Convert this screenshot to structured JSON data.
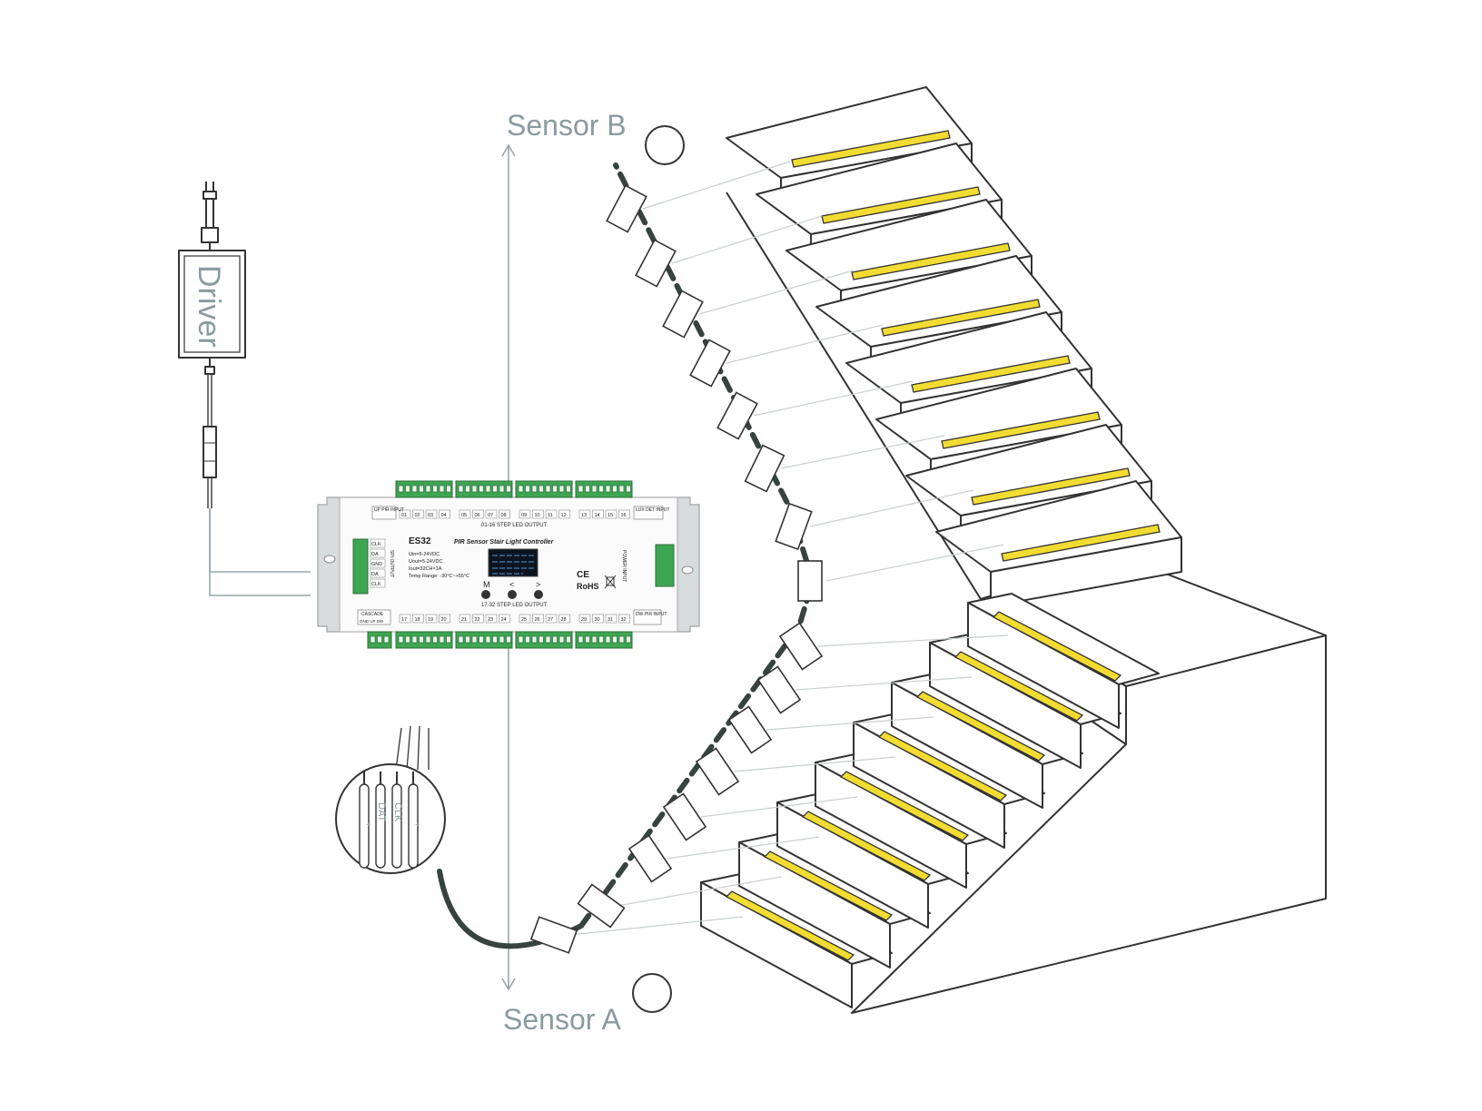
{
  "labels": {
    "sensor_b": "Sensor B",
    "sensor_a": "Sensor A",
    "driver": "Driver"
  },
  "controller": {
    "model": "ES32",
    "name": "PIR Sensor Stair Light Controller",
    "specs": [
      "Uin=5-24VDC",
      "Uout=5-24VDC",
      "Iout=32CH×1A",
      "Temp Range: -30°C~+55°C"
    ],
    "top_output_label": "01-16 STEP LED OUTPUT",
    "bottom_output_label": "17-32 STEP LED OUTPUT",
    "up_pir": "UP PIR INPUT",
    "lux_det": "LUX DET INPUT",
    "cascade": "CASCADE",
    "cascade_pins": "GND UP DW",
    "dw_pir": "DW PIR INPUT",
    "spi_output": "SPI OUTPUT",
    "power_input": "POWER INPUT",
    "spi_pins": [
      "CLK",
      "DA",
      "GND",
      "DA",
      "CLK"
    ],
    "buttons": [
      "M",
      "<",
      ">"
    ],
    "marks": [
      "CE",
      "RoHS"
    ],
    "top_channels": [
      "01",
      "02",
      "03",
      "04",
      "05",
      "06",
      "07",
      "08",
      "09",
      "10",
      "11",
      "12",
      "13",
      "14",
      "15",
      "16"
    ],
    "bottom_channels": [
      "17",
      "18",
      "19",
      "20",
      "21",
      "22",
      "23",
      "24",
      "25",
      "26",
      "27",
      "28",
      "29",
      "30",
      "31",
      "32"
    ]
  },
  "cable_zoom": {
    "wires": [
      "+",
      "DAT",
      "CLK",
      "+"
    ]
  },
  "colors": {
    "led_strip": "#f3dc32",
    "terminal_green": "#3ea553",
    "label_gray": "#8a9ba0",
    "cable": "#37433f"
  }
}
